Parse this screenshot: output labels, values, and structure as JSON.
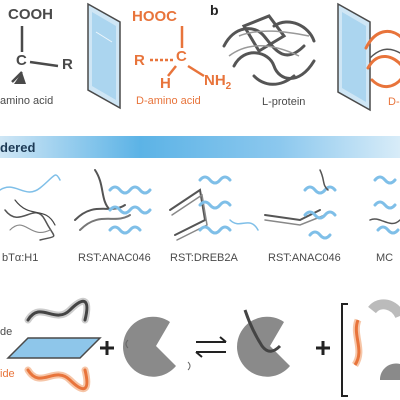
{
  "panel_a": {
    "l_amino": {
      "cooh": "COOH",
      "r": "R",
      "c": "C",
      "label": "amino acid"
    },
    "d_amino": {
      "hooc": "HOOC",
      "r": "R",
      "c": "C",
      "h": "H",
      "nh2": "NH",
      "nh2_sub": "2",
      "label": "D-amino acid"
    }
  },
  "panel_b": {
    "letter": "b",
    "l_protein_label": "L-protein",
    "d_label": "D-"
  },
  "banner": {
    "text": "dered"
  },
  "structures": [
    {
      "label": "bTα:H1"
    },
    {
      "label": "RST:ANAC046"
    },
    {
      "label": "RST:DREB2A"
    },
    {
      "label": "RST:ANAC046"
    },
    {
      "label": "MC"
    }
  ],
  "bottom": {
    "label_top": "de",
    "label_bottom": "ide"
  },
  "colors": {
    "grey": "#4a4a4a",
    "orange": "#e8743b",
    "blue": "#7fbfe8",
    "mirror": "#a9d3ee"
  }
}
